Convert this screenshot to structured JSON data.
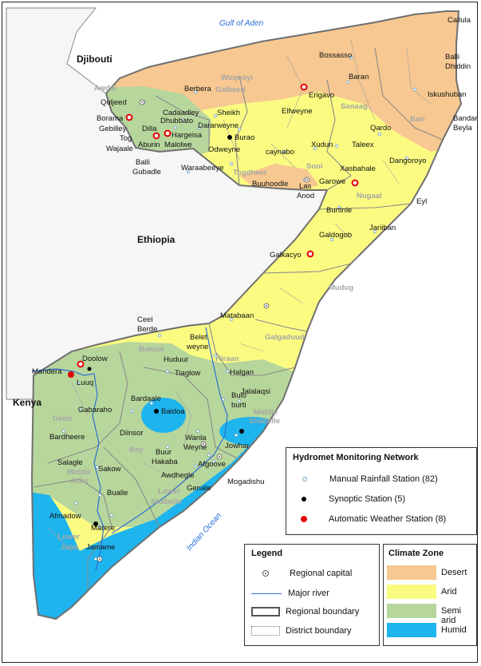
{
  "title": "",
  "water_labels": {
    "gulf": "Gulf of Aden",
    "ocean": "Indian Ocean"
  },
  "countries": {
    "djibouti": "Djibouti",
    "ethiopia": "Ethiopia",
    "kenya": "Kenya"
  },
  "regions": {
    "awdal": "Awdal",
    "woqooyi": "Woqooyi",
    "galbeed": "Galbeed",
    "sanaag": "Sanaag",
    "bari": "Bari",
    "sool": "Sool",
    "togdheer": "Togdheer",
    "nugaal": "Nugaal",
    "mudug": "Mudug",
    "galgaduud": "Galgaduud",
    "bakool": "Bakool",
    "hiraan": "Hiraan",
    "middle_shabelle_1": "Middle",
    "middle_shabelle_2": "Shabelle",
    "gedo": "Gedo",
    "bay": "Bay",
    "middle_juba_1": "Middle",
    "middle_juba_2": "Juba",
    "lower_shabelle_1": "Lower",
    "lower_shabelle_2": "Shabelle",
    "lower_juba_1": "Lower",
    "lower_juba_2": "Juba"
  },
  "places": {
    "callula": "Callula",
    "bossasso": "Bossasso",
    "baran": "Baran",
    "balli_dhiddin_1": "Balli",
    "balli_dhiddin_2": "Dhiddin",
    "iskushuban": "Iskushuban",
    "bandar_beyla_1": "Bandar",
    "bandar_beyla_2": "Beyla",
    "qardo": "Qardo",
    "taleex": "Taleex",
    "dangoroyo": "Dangoroyo",
    "eyl": "Eyl",
    "erigavo": "Erigavo",
    "elfweyne": "Elfweyne",
    "xudun": "Xudun",
    "caynabo": "caynabo",
    "xasbahale": "Xasbahale",
    "garowe": "Garowe",
    "las_anod_1": "Las",
    "las_anod_2": "Anod",
    "burtinle": "Burtinle",
    "jariiban": "Jariiban",
    "galdogob": "Galdogob",
    "galkacyo": "Galkacyo",
    "berbera": "Berbera",
    "sheikh": "Sheikh",
    "burao": "Burao",
    "odweyne": "Odweyne",
    "buuhoodle": "Buuhoodle",
    "quljeed": "Quljeed",
    "borama": "Borama",
    "gebilley": "Gebilley",
    "tog": "Tog",
    "wajaale": "Wajaale",
    "cadaadley": "Cadaadley",
    "dhubbato": "Dhubbato",
    "dilla": "Dilla",
    "dararweyne": "Dararweyne",
    "hargeisa": "Hargeisa",
    "aburin": "Aburin",
    "malolwe": "Malolwe",
    "balli_gubadle_1": "Balli",
    "balli_gubadle_2": "Gubadle",
    "waraabeeye": "Waraabeeye",
    "matabaan": "Matabaan",
    "ceel_berde_1": "Ceel",
    "ceel_berde_2": "Berde",
    "belet_weyne_1": "Belet",
    "belet_weyne_2": "weyne",
    "huduur": "Huduur",
    "tiaglow": "Tiaglow",
    "halgan": "Halgan",
    "doolow": "Doolow",
    "mandera": "Mandera",
    "luuq": "Luuq",
    "gabaraho": "Gabaraho",
    "bardaale": "Bardaale",
    "baidoa": "Baidoa",
    "bulo_burti_1": "Bulo",
    "bulo_burti_2": "burti",
    "jalalaqsi": "Jalalaqsi",
    "bardheere": "Bardheere",
    "diinsor": "Diinsor",
    "wanla_weyne_1": "Wanla",
    "wanla_weyne_2": "Weyne",
    "buur_hakaba_1": "Buur",
    "buur_hakaba_2": "Hakaba",
    "jowhar": "Jowhar",
    "afgoove": "Afgoove",
    "awdhegle": "Awdhegle",
    "genale": "Genale",
    "mogadishu": "Mogadishu",
    "salagle": "Salagle",
    "sakow": "Sakow",
    "bualle": "Bualle",
    "afmadow": "Afmadow",
    "marere": "Marere",
    "jamame": "Jamame"
  },
  "network_legend": {
    "title": "Hydromet Monitoring Network",
    "items": [
      {
        "label": "Manual Rainfall Station (82)",
        "symbol": "small-circle-icon"
      },
      {
        "label": "Synoptic Station (5)",
        "symbol": "black-dot-icon"
      },
      {
        "label": "Automatic Weather Station (8)",
        "symbol": "red-dot-icon"
      }
    ]
  },
  "legend": {
    "title": "Legend",
    "items": [
      {
        "label": "Regional capital",
        "symbol": "target-dot-icon"
      },
      {
        "label": "Major river",
        "symbol": "blue-line-icon"
      },
      {
        "label": "Regional boundary",
        "symbol": "thick-box-icon"
      },
      {
        "label": "District boundary",
        "symbol": "dotted-box-icon"
      }
    ]
  },
  "climate_legend": {
    "title": "Climate Zone",
    "items": [
      {
        "label": "Desert",
        "color": "#f7c891"
      },
      {
        "label": "Arid",
        "color": "#fbfb82"
      },
      {
        "label": "Semi arid",
        "color": "#b7d69c"
      },
      {
        "label": "Humid",
        "color": "#1eb4ee"
      }
    ]
  },
  "colors": {
    "desert": "#f7c891",
    "arid": "#fbfb82",
    "semi_arid": "#b7d69c",
    "humid": "#1eb4ee",
    "river": "#2f6fd0",
    "boundary": "#8a8a8a",
    "station_red": "#e30000"
  }
}
